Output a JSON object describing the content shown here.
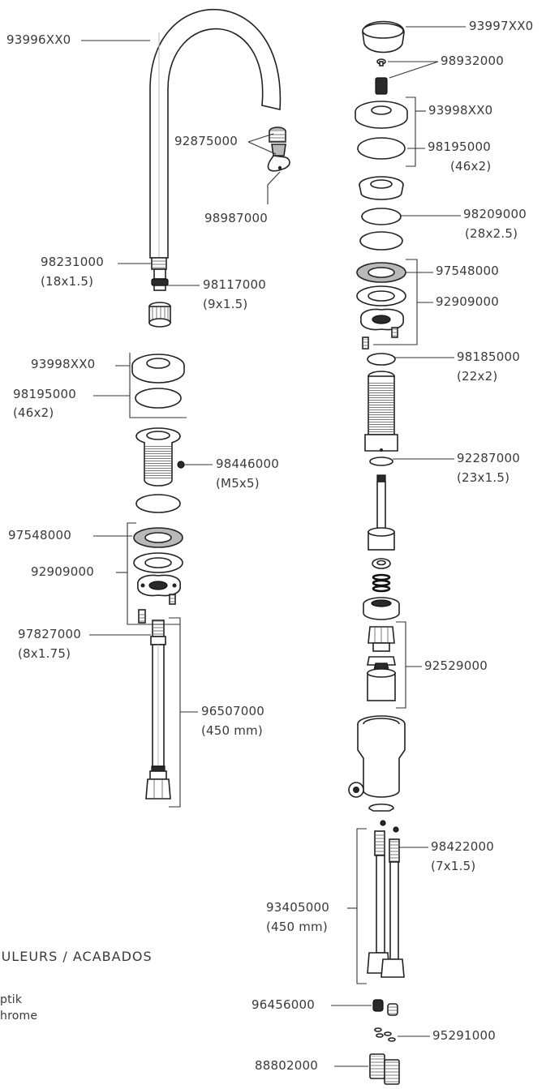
{
  "labels": {
    "spout": "93996XX0",
    "aerator": "92875000",
    "aerator_key": "98987000",
    "spout_oring": "98231000",
    "spout_oring_size": "(18x1.5)",
    "spout_oring_small": "98117000",
    "spout_oring_small_size": "(9x1.5)",
    "rosette_left": "93998XX0",
    "oring_left": "98195000",
    "oring_left_size": "(46x2)",
    "set_screw": "98446000",
    "set_screw_size": "(M5x5)",
    "gasket_left": "97548000",
    "fixing_left": "92909000",
    "stud": "97827000",
    "stud_size": "(8x1.75)",
    "hose_left": "96507000",
    "hose_left_length": "(450 mm)",
    "knob": "93997XX0",
    "screw": "98932000",
    "rosette_right": "93998XX0",
    "oring_right": "98195000",
    "oring_right_size": "(46x2)",
    "oring_28": "98209000",
    "oring_28_size": "(28x2.5)",
    "gasket_right": "97548000",
    "fixing_right": "92909000",
    "oring_22": "98185000",
    "oring_22_size": "(22x2)",
    "oring_23": "92287000",
    "oring_23_size": "(23x1.5)",
    "cartridge": "92529000",
    "oring_7": "98422000",
    "oring_7_size": "(7x1.5)",
    "hose_right": "93405000",
    "hose_right_length": "(450 mm)",
    "reducer": "96456000",
    "washers": "95291000",
    "adapters": "88802000"
  },
  "legend": {
    "heading": "OULEURS / ACABADOS",
    "item_1": "ptik",
    "item_2": "hrome"
  }
}
